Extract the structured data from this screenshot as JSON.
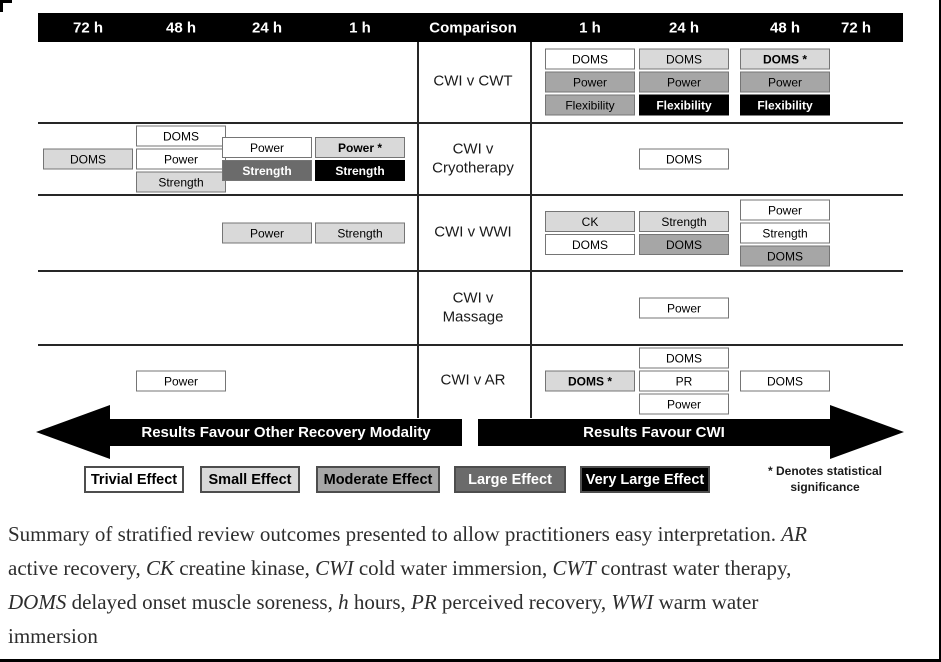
{
  "palette": {
    "header_bg": "#000000",
    "header_text": "#ffffff",
    "line_color": "#262626",
    "arrow_bg": "#000000",
    "arrow_text": "#ffffff",
    "effects": {
      "trivial": {
        "bg": "#ffffff",
        "text": "#000000"
      },
      "small": {
        "bg": "#d9d9d9",
        "text": "#000000"
      },
      "moderate": {
        "bg": "#a6a6a6",
        "text": "#000000"
      },
      "large": {
        "bg": "#6b6b6b",
        "text": "#ffffff"
      },
      "very_large": {
        "bg": "#000000",
        "text": "#ffffff"
      }
    }
  },
  "header": {
    "columns": [
      {
        "id": "L72",
        "label": "72 h"
      },
      {
        "id": "L48",
        "label": "48 h"
      },
      {
        "id": "L24",
        "label": "24 h"
      },
      {
        "id": "L1",
        "label": "1 h"
      },
      {
        "id": "C",
        "label": "Comparison"
      },
      {
        "id": "R1",
        "label": "1 h"
      },
      {
        "id": "R24",
        "label": "24 h"
      },
      {
        "id": "R48",
        "label": "48 h"
      },
      {
        "id": "R72",
        "label": "72 h"
      }
    ]
  },
  "rows": [
    {
      "label": "CWI v CWT",
      "cells": [
        {
          "col": "R1",
          "boxes": [
            {
              "label": "DOMS",
              "effect": "trivial"
            },
            {
              "label": "Power",
              "effect": "moderate"
            },
            {
              "label": "Flexibility",
              "effect": "moderate"
            }
          ]
        },
        {
          "col": "R24",
          "boxes": [
            {
              "label": "DOMS",
              "effect": "small"
            },
            {
              "label": "Power",
              "effect": "moderate"
            },
            {
              "label": "Flexibility",
              "effect": "very_large"
            }
          ]
        },
        {
          "col": "R48",
          "boxes": [
            {
              "label": "DOMS *",
              "effect": "small",
              "bold": true
            },
            {
              "label": "Power",
              "effect": "moderate"
            },
            {
              "label": "Flexibility",
              "effect": "very_large"
            }
          ]
        }
      ]
    },
    {
      "label": "CWI v Cryotherapy",
      "cells": [
        {
          "col": "L72",
          "boxes": [
            {
              "label": "DOMS",
              "effect": "small"
            }
          ]
        },
        {
          "col": "L48",
          "boxes": [
            {
              "label": "DOMS",
              "effect": "trivial"
            },
            {
              "label": "Power",
              "effect": "trivial"
            },
            {
              "label": "Strength",
              "effect": "small"
            }
          ]
        },
        {
          "col": "L24",
          "boxes": [
            {
              "label": "Power",
              "effect": "trivial"
            },
            {
              "label": "Strength",
              "effect": "large"
            }
          ]
        },
        {
          "col": "L1",
          "boxes": [
            {
              "label": "Power *",
              "effect": "small",
              "bold": true
            },
            {
              "label": "Strength",
              "effect": "very_large"
            }
          ]
        },
        {
          "col": "R24",
          "boxes": [
            {
              "label": "DOMS",
              "effect": "trivial"
            }
          ]
        }
      ]
    },
    {
      "label": "CWI v WWI",
      "cells": [
        {
          "col": "L24",
          "boxes": [
            {
              "label": "Power",
              "effect": "small"
            }
          ]
        },
        {
          "col": "L1",
          "boxes": [
            {
              "label": "Strength",
              "effect": "small"
            }
          ]
        },
        {
          "col": "R1",
          "boxes": [
            {
              "label": "CK",
              "effect": "small"
            },
            {
              "label": "DOMS",
              "effect": "trivial"
            }
          ]
        },
        {
          "col": "R24",
          "boxes": [
            {
              "label": "Strength",
              "effect": "small"
            },
            {
              "label": "DOMS",
              "effect": "moderate"
            }
          ]
        },
        {
          "col": "R48",
          "boxes": [
            {
              "label": "Power",
              "effect": "trivial"
            },
            {
              "label": "Strength",
              "effect": "trivial"
            },
            {
              "label": "DOMS",
              "effect": "moderate"
            }
          ]
        }
      ]
    },
    {
      "label": "CWI v Massage",
      "cells": [
        {
          "col": "R24",
          "boxes": [
            {
              "label": "Power",
              "effect": "trivial"
            }
          ]
        }
      ]
    },
    {
      "label": "CWI v AR",
      "cells": [
        {
          "col": "L48",
          "boxes": [
            {
              "label": "Power",
              "effect": "trivial"
            }
          ]
        },
        {
          "col": "R1",
          "boxes": [
            {
              "label": "DOMS *",
              "effect": "small",
              "bold": true
            }
          ]
        },
        {
          "col": "R24",
          "boxes": [
            {
              "label": "DOMS",
              "effect": "trivial"
            },
            {
              "label": "PR",
              "effect": "trivial"
            },
            {
              "label": "Power",
              "effect": "trivial"
            }
          ]
        },
        {
          "col": "R48",
          "boxes": [
            {
              "label": "DOMS",
              "effect": "trivial"
            }
          ]
        }
      ]
    }
  ],
  "arrows": {
    "left": "Results Favour Other Recovery Modality",
    "right": "Results Favour CWI"
  },
  "legend": {
    "items": [
      {
        "label": "Trivial Effect",
        "effect": "trivial"
      },
      {
        "label": "Small Effect",
        "effect": "small"
      },
      {
        "label": "Moderate Effect",
        "effect": "moderate"
      },
      {
        "label": "Large Effect",
        "effect": "large"
      },
      {
        "label": "Very Large Effect",
        "effect": "very_large"
      }
    ],
    "note_line1": "* Denotes statistical",
    "note_line2": "significance"
  },
  "caption": {
    "segments": [
      {
        "t": "Summary of stratified review outcomes presented to allow practitioners easy interpretation. ",
        "i": false
      },
      {
        "t": "AR",
        "i": true,
        "br": true
      },
      {
        "t": "active recovery, ",
        "i": false
      },
      {
        "t": "CK",
        "i": true
      },
      {
        "t": " creatine kinase, ",
        "i": false
      },
      {
        "t": "CWI",
        "i": true
      },
      {
        "t": " cold water immersion, ",
        "i": false
      },
      {
        "t": "CWT",
        "i": true
      },
      {
        "t": " contrast water therapy,",
        "i": false,
        "br": true
      },
      {
        "t": "DOMS",
        "i": true
      },
      {
        "t": " delayed onset muscle soreness, ",
        "i": false
      },
      {
        "t": "h",
        "i": true
      },
      {
        "t": " hours, ",
        "i": false
      },
      {
        "t": "PR",
        "i": true
      },
      {
        "t": " perceived recovery, ",
        "i": false
      },
      {
        "t": "WWI",
        "i": true
      },
      {
        "t": " warm water",
        "i": false,
        "br": true
      },
      {
        "t": "immersion",
        "i": false
      }
    ]
  }
}
